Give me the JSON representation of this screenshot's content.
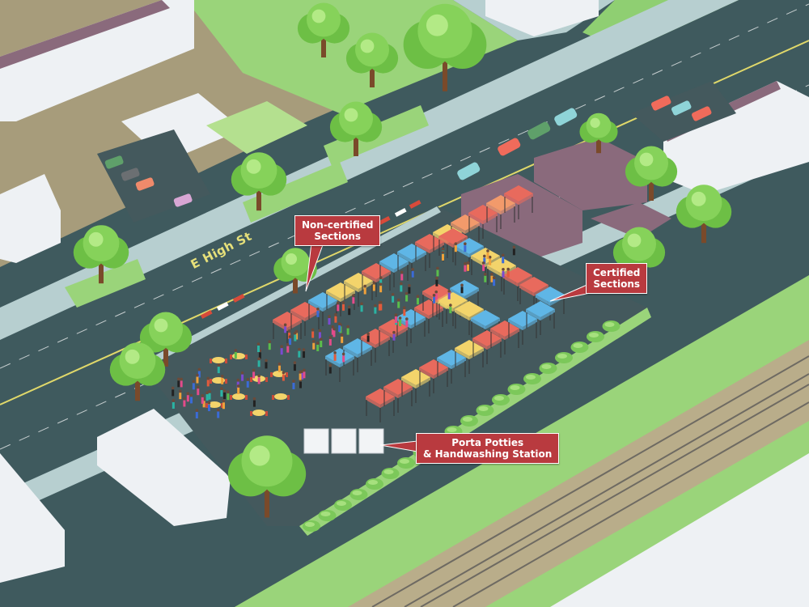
{
  "map": {
    "street_label": "E High St",
    "callouts": {
      "non_certified": {
        "line1": "Non-certified",
        "line2": "Sections"
      },
      "certified": {
        "line1": "Certified",
        "line2": "Sections"
      },
      "porta_potties": {
        "line1": "Porta Potties",
        "line2": "& Handwashing Station"
      }
    }
  },
  "colors": {
    "road": "#3f5a5e",
    "sidewalk": "#b7cfd0",
    "grass": "#9ad47a",
    "lot": "#44595d",
    "roof_purple": "#8a6a7c",
    "roof_white": "#eef1f4",
    "callout": "#b93a3f",
    "tent_red": "#e86a5d",
    "tent_yellow": "#f3d46b",
    "tent_blue": "#5fb6e6",
    "tent_orange": "#f29a6b"
  }
}
